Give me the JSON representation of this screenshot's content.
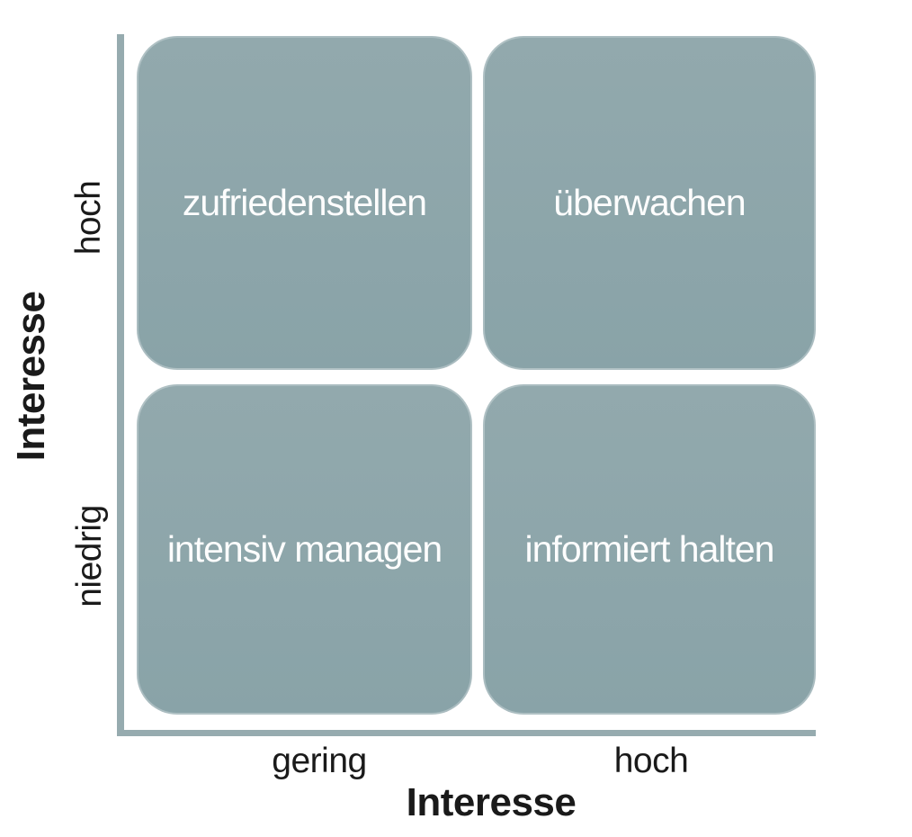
{
  "diagram": {
    "type": "quadrant-matrix",
    "colors": {
      "quadrant_fill": "#8CA7AB",
      "quadrant_edge_highlight": "#AEC2C5",
      "axis_line": "#96ABAF",
      "quadrant_text": "#FDFDFD",
      "axis_text": "#1A1A1A",
      "background": "#FFFFFF"
    },
    "y_axis": {
      "title": "Interesse",
      "tick_high": "hoch",
      "tick_low": "niedrig"
    },
    "x_axis": {
      "title": "Interesse",
      "tick_low": "gering",
      "tick_high": "hoch"
    },
    "quadrants": [
      {
        "position": "top-left",
        "label": "zufriedenstellen"
      },
      {
        "position": "top-right",
        "label": "überwachen"
      },
      {
        "position": "bottom-left",
        "label": "intensiv managen"
      },
      {
        "position": "bottom-right",
        "label": "informiert halten"
      }
    ]
  }
}
